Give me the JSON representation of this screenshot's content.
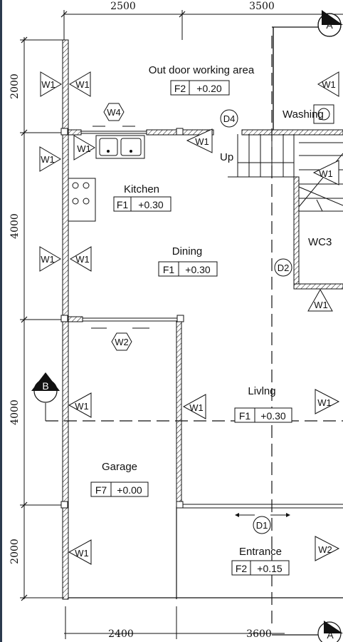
{
  "dimensions": {
    "top": [
      "2500",
      "3500"
    ],
    "bottom": [
      "2400",
      "3600"
    ],
    "left": [
      "2000",
      "4000",
      "4000",
      "2000"
    ]
  },
  "section_markers": {
    "a_top": "A",
    "a_bottom": "A",
    "b_left": "B"
  },
  "rooms": {
    "outdoor": {
      "name": "Out door working area",
      "floor": "F2",
      "level": "+0.20"
    },
    "washing": {
      "name": "Washing"
    },
    "kitchen": {
      "name": "Kitchen",
      "floor": "F1",
      "level": "+0.30"
    },
    "dining": {
      "name": "Dining",
      "floor": "F1",
      "level": "+0.30"
    },
    "wc": {
      "name": "WC3"
    },
    "living": {
      "name": "Livlng",
      "floor": "F1",
      "level": "+0.30"
    },
    "garage": {
      "name": "Garage",
      "floor": "F7",
      "level": "+0.00"
    },
    "entrance": {
      "name": "Entrance",
      "floor": "F2",
      "level": "+0.15"
    }
  },
  "stair_label": "Up",
  "tags": {
    "w1": "W1",
    "w2": "W2",
    "w4": "W4",
    "d1": "D1",
    "d2": "D2",
    "d4": "D4"
  },
  "colors": {
    "line": "#111111",
    "background": "#ffffff",
    "frame": "#2b3a4d"
  }
}
